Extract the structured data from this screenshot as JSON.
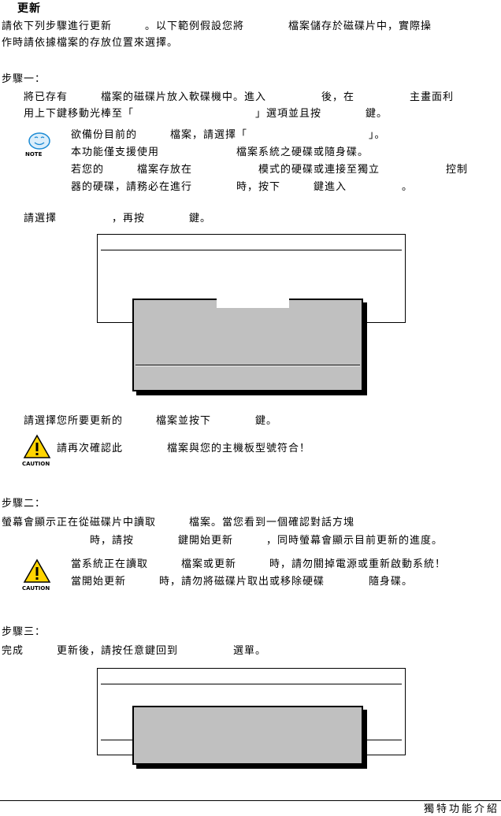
{
  "header": {
    "title": "更新"
  },
  "intro": {
    "line1": "請依下列步驟進行更新　　　。以下範例假設您將　　　　檔案儲存於磁碟片中，實際操",
    "line2": "作時請依據檔案的存放位置來選擇。"
  },
  "step1": {
    "heading": "步驟一：",
    "line1": "將已存有　　　檔案的磁碟片放入軟碟機中。進入　　　　　後，在　　　　　主畫面利",
    "line2": "用上下鍵移動光棒至「　　　　　　　　　　　」選項並且按　　　　鍵。",
    "note_icon_label": "NOTE",
    "note_line1": "欲備份目前的　　　檔案，請選擇「　　　　　　　　　　　」。",
    "note_line2": "本功能僅支援使用　　　　　　　檔案系統之硬碟或隨身碟。",
    "note_line3": "若您的　　　檔案存放在　　　　　　模式的硬碟或連接至獨立　　　　　　控制",
    "note_line4": "器的硬碟，請務必在進行　　　　時，按下　　　鍵進入　　　　　。",
    "select_line": "請選擇　　　　　，再按　　　　鍵。",
    "select_file_line": "請選擇您所要更新的　　　檔案並按下　　　　鍵。",
    "caution_icon_label": "CAUTION",
    "caution_line": "請再次確認此　　　　檔案與您的主機板型號符合！"
  },
  "step2": {
    "heading": "步驟二：",
    "line1": "螢幕會顯示正在從磁碟片中讀取　　　檔案。當您看到一個確認對話方塊",
    "line2": "　　　　　　　　時，請按　　　　鍵開始更新　　　，同時螢幕會顯示目前更新的進度。",
    "caution_icon_label": "CAUTION",
    "caution_line1": "當系統正在讀取　　　檔案或更新　　　時，請勿關掉電源或重新啟動系統！",
    "caution_line2": "當開始更新　　　時，請勿將磁碟片取出或移除硬碟　　　　隨身碟。"
  },
  "step3": {
    "heading": "步驟三：",
    "line1": "完成　　　更新後，請按任意鍵回到　　　　　選單。"
  },
  "footer": {
    "label": "獨特功能介紹"
  }
}
